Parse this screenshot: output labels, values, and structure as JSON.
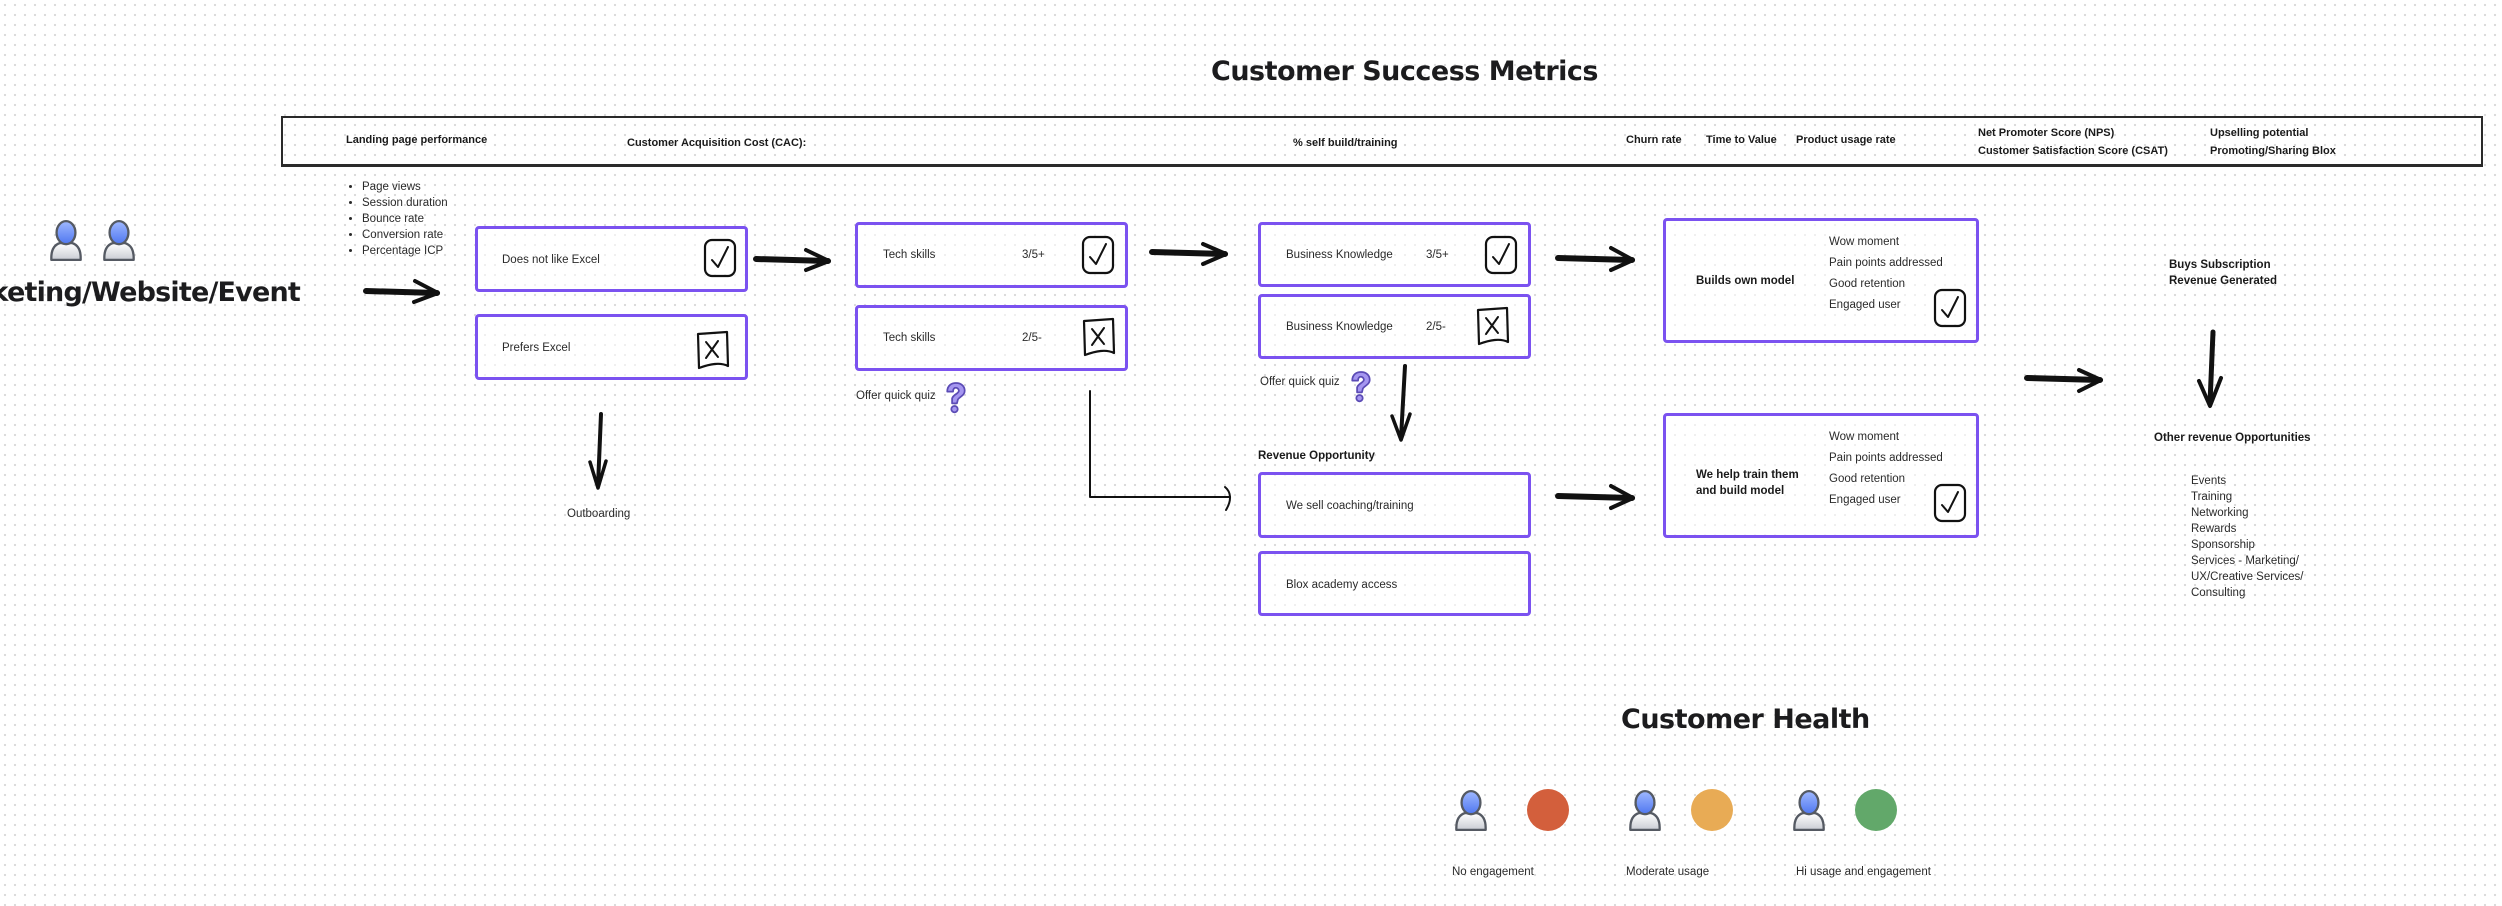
{
  "title": "Customer Success Metrics",
  "metrics_header": {
    "landing_page": "Landing page performance",
    "cac": "Customer Acquisition Cost (CAC):",
    "self_build": "% self build/training",
    "churn": "Churn rate",
    "ttv": "Time to Value",
    "usage": "Product usage rate",
    "nps": "Net Promoter Score (NPS)",
    "csat": "Customer Satisfaction Score (CSAT)",
    "upsell": "Upselling potential",
    "promoting": "Promoting/Sharing Blox"
  },
  "landing_metrics": [
    "Page views",
    "Session duration",
    "Bounce rate",
    "Conversion rate",
    "Percentage ICP"
  ],
  "source": {
    "label": "Marketing/Website/Event",
    "icon": "user-pair-icon"
  },
  "excel_stage": {
    "yes": {
      "label": "Does not like Excel",
      "mark": "check"
    },
    "no": {
      "label": "Prefers Excel",
      "mark": "cross"
    },
    "exit_label": "Outboarding"
  },
  "tech_stage": {
    "yes": {
      "label": "Tech skills",
      "score": "3/5+",
      "mark": "check"
    },
    "no": {
      "label": "Tech skills",
      "score": "2/5-",
      "mark": "cross"
    },
    "quiz_label": "Offer quick quiz",
    "quiz_icon": "question-mark-icon"
  },
  "business_stage": {
    "yes": {
      "label": "Business Knowledge",
      "score": "3/5+",
      "mark": "check"
    },
    "no": {
      "label": "Business Knowledge",
      "score": "2/5-",
      "mark": "cross"
    },
    "quiz_label": "Offer quick quiz",
    "quiz_icon": "question-mark-icon"
  },
  "revenue_opportunity": {
    "heading": "Revenue Opportunity",
    "items": [
      "We sell coaching/training",
      "Blox academy access"
    ]
  },
  "outcomes": {
    "self": {
      "title": "Builds own model",
      "signals": [
        "Wow moment",
        "Pain points addressed",
        "Good retention",
        "Engaged user"
      ],
      "mark": "check"
    },
    "assisted": {
      "title_line1": "We help train them",
      "title_line2": "and build model",
      "signals": [
        "Wow moment",
        "Pain points addressed",
        "Good retention",
        "Engaged user"
      ],
      "mark": "check"
    }
  },
  "subscription": {
    "line1": "Buys  Subscription",
    "line2": "Revenue Generated"
  },
  "other_revenue": {
    "heading": "Other revenue Opportunities",
    "items": [
      "Events",
      "Training",
      "Networking",
      "Rewards",
      "Sponsorship",
      "Services - Marketing/",
      "UX/Creative Services/",
      "Consulting"
    ]
  },
  "customer_health": {
    "title": "Customer Health",
    "levels": [
      {
        "label": "No engagement",
        "color": "#d35f3c"
      },
      {
        "label": "Moderate usage",
        "color": "#e8ab55"
      },
      {
        "label": "Hi  usage and engagement",
        "color": "#62a86a"
      }
    ]
  },
  "colors": {
    "card_border": "#7b52f0",
    "quiz_icon": "#8a7ce0",
    "arrow": "#111111"
  }
}
